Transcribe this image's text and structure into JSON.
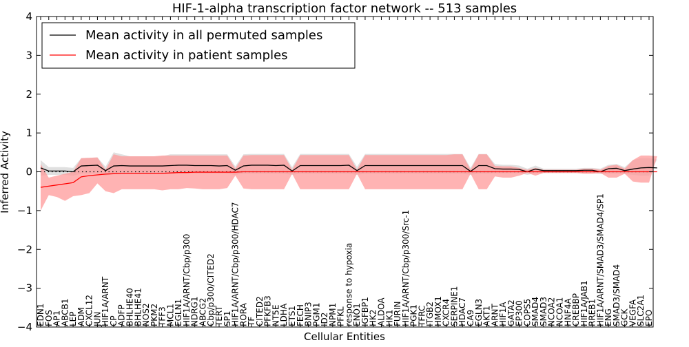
{
  "chart_data": {
    "type": "line",
    "title": "HIF-1-alpha transcription factor network -- 513 samples",
    "xlabel": "Cellular Entities",
    "ylabel": "Inferred Activity",
    "ylim": [
      -4,
      4
    ],
    "yticks": [
      -4,
      -3,
      -2,
      -1,
      0,
      1,
      2,
      3,
      4
    ],
    "ytick_labels": [
      "−4",
      "−3",
      "−2",
      "−1",
      "0",
      "1",
      "2",
      "3",
      "4"
    ],
    "grid": false,
    "legend_position": "top-left",
    "zero_line": "dotted",
    "categories": [
      "EDN1",
      "FOS",
      "AP1",
      "ABCB1",
      "LEP",
      "ADM",
      "CXCL12",
      "JUN",
      "HIF1A/ARNT",
      "CP",
      "ADFP",
      "BHLHE40",
      "BHLHE41",
      "NOS2",
      "PKM2",
      "TFF3",
      "MCL1",
      "EGLN1",
      "HIF1A/ARNT/Cbp/p300",
      "NDRG1",
      "ABCG2",
      "Cbp/p300/CITED2",
      "TERT",
      "SP1",
      "HIF1A/ARNT/Cbp/p300/HDAC7",
      "RORA",
      "TF",
      "CITED2",
      "PFKFB3",
      "NT5E",
      "LDHA",
      "ETS1",
      "FECH",
      "BNIP3",
      "PGM1",
      "ID2",
      "NPM1",
      "PFKL",
      "response to hypoxia",
      "ENO1",
      "IGFBP1",
      "HK2",
      "ALDOA",
      "HK1",
      "FURIN",
      "HIF1A/ARNT/Cbp/p300/Src-1",
      "PGK1",
      "TFRC",
      "ITGB2",
      "HMOX1",
      "CXCR4",
      "SERPINE1",
      "HDAC7",
      "CA9",
      "EGLN3",
      "AKT1",
      "ARNT",
      "HIF1A",
      "GATA2",
      "EP300",
      "COPS5",
      "SMAD4",
      "SMAD3",
      "NCOA2",
      "NCOA1",
      "HNF4A",
      "CREBBP",
      "HIF1A/JAB1",
      "RREB1",
      "HIF1A/ARNT/SMAD3/SMAD4/SP1",
      "ENG",
      "SMAD3/SMAD4",
      "GCK",
      "VEGFA",
      "SLC2A1",
      "EPO"
    ],
    "series": [
      {
        "name": "Mean activity in all permuted samples",
        "color": "#000000",
        "band_color": "#cccccc",
        "values": [
          0.1,
          0.02,
          0.02,
          0.02,
          0.0,
          0.15,
          0.16,
          0.17,
          0.03,
          0.15,
          0.16,
          0.15,
          0.15,
          0.15,
          0.15,
          0.15,
          0.16,
          0.17,
          0.17,
          0.16,
          0.16,
          0.16,
          0.15,
          0.16,
          0.04,
          0.15,
          0.17,
          0.17,
          0.17,
          0.16,
          0.17,
          0.02,
          0.16,
          0.16,
          0.16,
          0.16,
          0.16,
          0.16,
          0.17,
          0.03,
          0.16,
          0.16,
          0.16,
          0.16,
          0.16,
          0.16,
          0.16,
          0.16,
          0.16,
          0.16,
          0.16,
          0.16,
          0.16,
          0.01,
          0.16,
          0.16,
          0.08,
          0.07,
          0.07,
          0.06,
          0.0,
          0.07,
          0.03,
          0.03,
          0.03,
          0.03,
          0.03,
          0.04,
          0.04,
          0.0,
          0.08,
          0.09,
          0.03,
          0.07,
          0.1,
          0.11,
          0.1
        ],
        "lower": [
          -0.1,
          -0.08,
          -0.08,
          -0.08,
          -0.1,
          -0.05,
          -0.05,
          -0.05,
          -0.1,
          -0.05,
          -0.05,
          -0.05,
          -0.05,
          -0.05,
          -0.05,
          -0.05,
          -0.05,
          -0.05,
          -0.05,
          -0.05,
          -0.05,
          -0.05,
          -0.05,
          -0.05,
          -0.08,
          -0.05,
          -0.05,
          -0.05,
          -0.05,
          -0.05,
          -0.05,
          -0.08,
          -0.05,
          -0.05,
          -0.05,
          -0.05,
          -0.05,
          -0.05,
          -0.05,
          -0.08,
          -0.05,
          -0.05,
          -0.05,
          -0.05,
          -0.05,
          -0.05,
          -0.05,
          -0.05,
          -0.05,
          -0.05,
          -0.05,
          -0.05,
          -0.05,
          -0.08,
          -0.05,
          -0.05,
          -0.04,
          -0.04,
          -0.04,
          -0.04,
          -0.08,
          -0.04,
          -0.03,
          -0.03,
          -0.03,
          -0.03,
          -0.03,
          -0.03,
          -0.03,
          -0.06,
          -0.05,
          -0.05,
          -0.06,
          -0.08,
          -0.1,
          -0.1,
          -0.1
        ],
        "upper": [
          0.3,
          0.12,
          0.12,
          0.12,
          0.1,
          0.35,
          0.36,
          0.37,
          0.13,
          0.5,
          0.45,
          0.4,
          0.4,
          0.4,
          0.4,
          0.4,
          0.45,
          0.45,
          0.45,
          0.45,
          0.45,
          0.45,
          0.45,
          0.45,
          0.14,
          0.45,
          0.46,
          0.46,
          0.46,
          0.46,
          0.46,
          0.12,
          0.46,
          0.46,
          0.46,
          0.46,
          0.46,
          0.46,
          0.46,
          0.13,
          0.46,
          0.46,
          0.46,
          0.46,
          0.46,
          0.46,
          0.46,
          0.46,
          0.46,
          0.46,
          0.46,
          0.46,
          0.46,
          0.1,
          0.46,
          0.46,
          0.2,
          0.18,
          0.18,
          0.16,
          0.08,
          0.16,
          0.08,
          0.08,
          0.08,
          0.08,
          0.08,
          0.1,
          0.1,
          0.08,
          0.18,
          0.2,
          0.12,
          0.3,
          0.35,
          0.35,
          0.32
        ]
      },
      {
        "name": "Mean activity in patient samples",
        "color": "#ff0000",
        "band_color": "#ff9a9a",
        "values": [
          -0.4,
          -0.37,
          -0.34,
          -0.31,
          -0.28,
          -0.13,
          -0.1,
          -0.08,
          -0.06,
          -0.05,
          -0.04,
          -0.04,
          -0.04,
          -0.04,
          -0.04,
          -0.04,
          -0.03,
          -0.02,
          -0.02,
          -0.01,
          -0.01,
          -0.01,
          -0.01,
          -0.01,
          -0.01,
          0.0,
          0.0,
          0.0,
          0.0,
          0.0,
          0.0,
          0.0,
          0.0,
          0.0,
          0.0,
          0.0,
          0.0,
          0.0,
          0.0,
          0.0,
          0.0,
          0.0,
          0.0,
          0.0,
          0.0,
          0.0,
          0.0,
          0.0,
          0.0,
          0.0,
          0.0,
          0.0,
          0.0,
          0.0,
          0.0,
          0.0,
          0.0,
          0.0,
          0.0,
          0.0,
          0.0,
          0.0,
          0.0,
          0.0,
          0.0,
          0.0,
          0.0,
          0.0,
          0.0,
          0.0,
          0.0,
          0.0,
          0.0,
          0.0,
          0.0,
          0.0,
          0.0
        ],
        "lower": [
          -1.0,
          -0.6,
          -0.65,
          -0.75,
          -0.63,
          -0.6,
          -0.55,
          -0.3,
          -0.5,
          -0.55,
          -0.45,
          -0.45,
          -0.45,
          -0.45,
          -0.45,
          -0.48,
          -0.45,
          -0.45,
          -0.42,
          -0.43,
          -0.45,
          -0.45,
          -0.45,
          -0.42,
          -0.1,
          -0.43,
          -0.45,
          -0.45,
          -0.45,
          -0.45,
          -0.45,
          -0.05,
          -0.45,
          -0.45,
          -0.45,
          -0.45,
          -0.45,
          -0.45,
          -0.45,
          -0.05,
          -0.45,
          -0.45,
          -0.45,
          -0.45,
          -0.45,
          -0.45,
          -0.45,
          -0.45,
          -0.45,
          -0.45,
          -0.45,
          -0.45,
          -0.45,
          -0.05,
          -0.45,
          -0.45,
          -0.12,
          -0.15,
          -0.15,
          -0.1,
          -0.03,
          -0.1,
          -0.03,
          -0.03,
          -0.03,
          -0.03,
          -0.03,
          -0.05,
          -0.05,
          -0.03,
          -0.15,
          -0.15,
          -0.05,
          -0.25,
          -0.28,
          -0.28,
          -0.25
        ],
        "upper": [
          0.2,
          -0.15,
          -0.1,
          -0.05,
          0.0,
          0.35,
          0.36,
          0.37,
          0.05,
          0.45,
          0.4,
          0.4,
          0.4,
          0.4,
          0.4,
          0.42,
          0.42,
          0.42,
          0.42,
          0.42,
          0.42,
          0.42,
          0.42,
          0.42,
          0.08,
          0.42,
          0.43,
          0.43,
          0.43,
          0.43,
          0.43,
          0.05,
          0.43,
          0.43,
          0.43,
          0.43,
          0.43,
          0.43,
          0.43,
          0.05,
          0.43,
          0.43,
          0.43,
          0.43,
          0.43,
          0.43,
          0.43,
          0.43,
          0.43,
          0.43,
          0.43,
          0.45,
          0.45,
          0.05,
          0.45,
          0.45,
          0.15,
          0.14,
          0.14,
          0.1,
          0.05,
          0.1,
          0.05,
          0.05,
          0.05,
          0.05,
          0.05,
          0.08,
          0.08,
          0.05,
          0.15,
          0.18,
          0.08,
          0.3,
          0.42,
          0.42,
          0.4
        ]
      }
    ]
  }
}
